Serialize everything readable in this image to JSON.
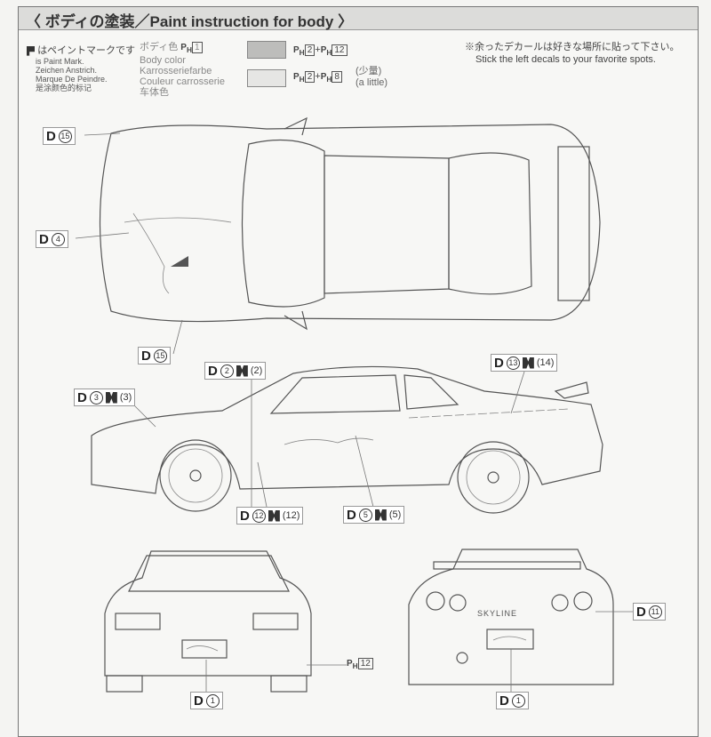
{
  "header": {
    "title": "〈 ボディの塗装／Paint instruction for body 〉"
  },
  "paint_mark": {
    "symbol": "paint-mark-icon",
    "lines": [
      "はペイントマークです",
      "is Paint Mark.",
      "Zeichen Anstrich.",
      "Marque De Peindre.",
      "是涂颜色的标记"
    ]
  },
  "body_color": {
    "ja": "ボディ色",
    "ph": "P",
    "ph_sub": "H",
    "number": "1",
    "lines": [
      "Body color",
      "Karrosseriefarbe",
      "Couleur carrosserie",
      "车体色"
    ]
  },
  "mixes": [
    {
      "swatch_color": "#bdbdbb",
      "a": "2",
      "b": "12",
      "note": ""
    },
    {
      "swatch_color": "#e6e6e4",
      "a": "2",
      "b": "8",
      "note": "(少量)",
      "note2": "(a little)"
    }
  ],
  "decal_note": {
    "ja": "※余ったデカールは好きな場所に貼って下さい。",
    "en": "Stick the left decals to your favorite spots."
  },
  "callouts": {
    "top_front": {
      "d": "15"
    },
    "top_hood": {
      "d": "4"
    },
    "top_bottom": {
      "d": "15"
    },
    "side_a": {
      "d": "2",
      "h": "(2)"
    },
    "side_b": {
      "d": "3",
      "h": "(3)"
    },
    "side_c": {
      "d": "13",
      "h": "(14)"
    },
    "side_d": {
      "d": "12",
      "h": "(12)"
    },
    "side_e": {
      "d": "5",
      "h": "(5)"
    },
    "front": {
      "d": "1"
    },
    "front_ph": {
      "number": "12"
    },
    "rear_plate": {
      "d": "1"
    },
    "rear_side": {
      "d": "11"
    }
  },
  "labels": {
    "d": "D",
    "plus": "+",
    "skyline": "SKYLINE"
  }
}
